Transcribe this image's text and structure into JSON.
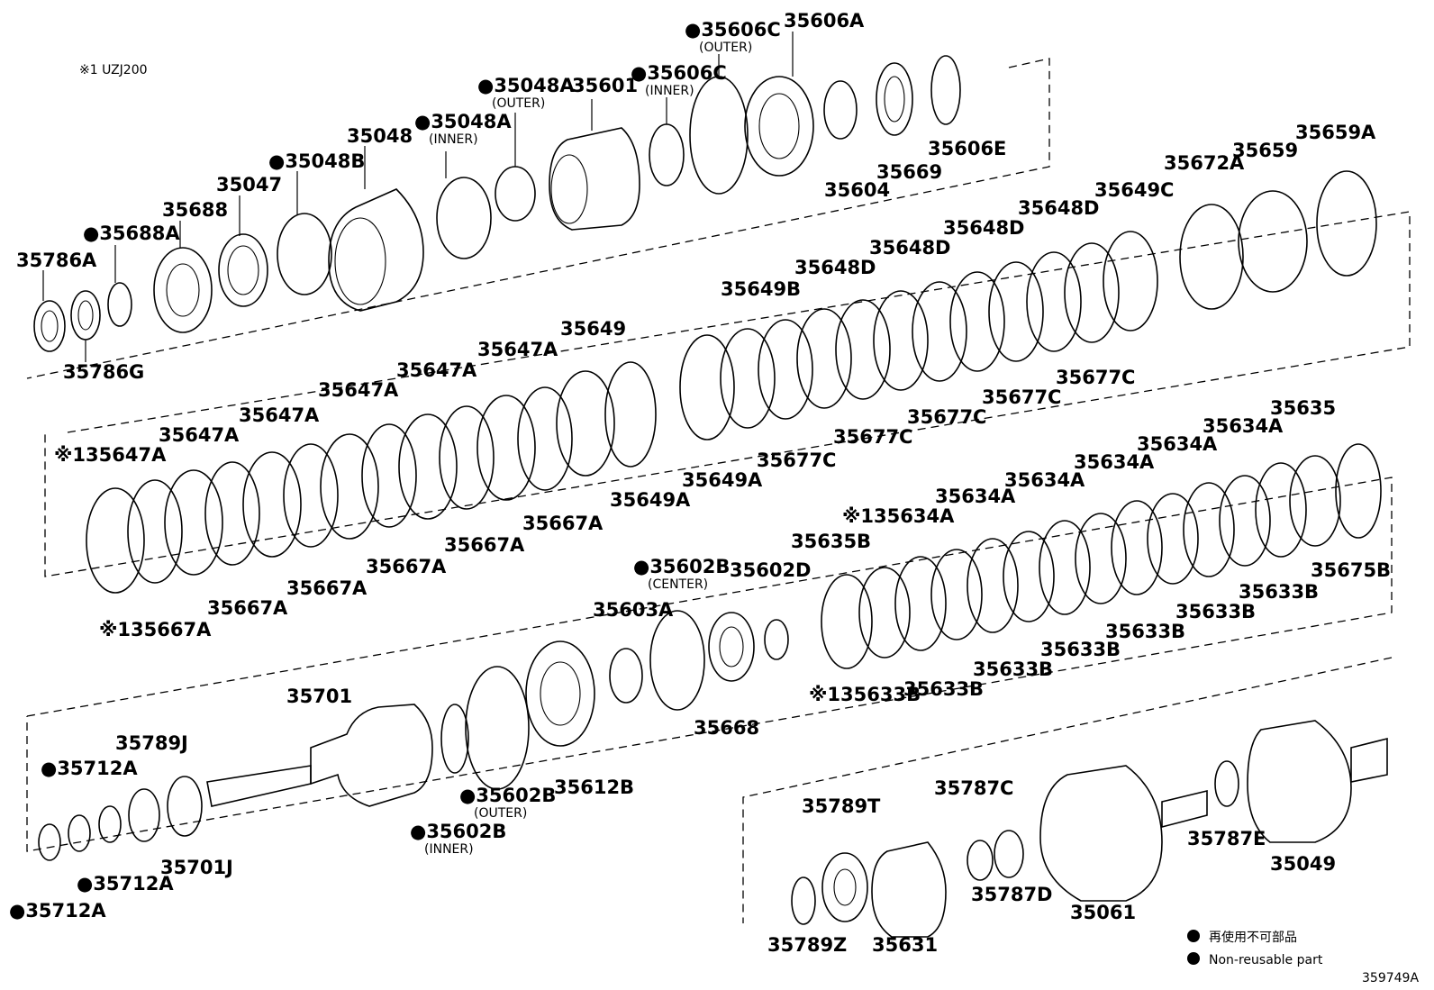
{
  "diagram": {
    "variant_note": "※1 UZJ200",
    "legend": [
      {
        "text": "再使用不可部品"
      },
      {
        "text": "Non-reusable part"
      }
    ],
    "figure_id": "359749A",
    "labels": [
      {
        "text": "●35606C",
        "sub": "(OUTER)"
      },
      {
        "text": "35606A"
      },
      {
        "text": "●35606C",
        "sub": "(INNER)"
      },
      {
        "text": "●35048A",
        "sub": "(OUTER)"
      },
      {
        "text": "35601"
      },
      {
        "text": "●35048A",
        "sub": "(INNER)"
      },
      {
        "text": "35048"
      },
      {
        "text": "●35048B"
      },
      {
        "text": "35047"
      },
      {
        "text": "35688"
      },
      {
        "text": "●35688A"
      },
      {
        "text": "35786A"
      },
      {
        "text": "35786G"
      },
      {
        "text": "35604"
      },
      {
        "text": "35669"
      },
      {
        "text": "35606E"
      },
      {
        "text": "35672A"
      },
      {
        "text": "35659"
      },
      {
        "text": "35659A"
      },
      {
        "text": "35649C"
      },
      {
        "text": "35648D"
      },
      {
        "text": "35648D"
      },
      {
        "text": "35648D"
      },
      {
        "text": "35648D"
      },
      {
        "text": "35649B"
      },
      {
        "text": "35677C"
      },
      {
        "text": "35677C"
      },
      {
        "text": "35677C"
      },
      {
        "text": "35677C"
      },
      {
        "text": "35677C"
      },
      {
        "text": "35649"
      },
      {
        "text": "35649A"
      },
      {
        "text": "35649A"
      },
      {
        "text": "35647A"
      },
      {
        "text": "35647A"
      },
      {
        "text": "35647A"
      },
      {
        "text": "35647A"
      },
      {
        "text": "35647A"
      },
      {
        "text": "※135647A"
      },
      {
        "text": "35667A"
      },
      {
        "text": "35667A"
      },
      {
        "text": "35667A"
      },
      {
        "text": "35667A"
      },
      {
        "text": "35667A"
      },
      {
        "text": "※135667A"
      },
      {
        "text": "35635"
      },
      {
        "text": "35634A"
      },
      {
        "text": "35634A"
      },
      {
        "text": "35634A"
      },
      {
        "text": "35634A"
      },
      {
        "text": "35634A"
      },
      {
        "text": "※135634A"
      },
      {
        "text": "35675B"
      },
      {
        "text": "35633B"
      },
      {
        "text": "35633B"
      },
      {
        "text": "35633B"
      },
      {
        "text": "35633B"
      },
      {
        "text": "35633B"
      },
      {
        "text": "35633B"
      },
      {
        "text": "※135633B"
      },
      {
        "text": "35635B"
      },
      {
        "text": "●35602B",
        "sub": "(CENTER)"
      },
      {
        "text": "35602D"
      },
      {
        "text": "35603A"
      },
      {
        "text": "35668"
      },
      {
        "text": "35612B"
      },
      {
        "text": "●35602B",
        "sub": "(OUTER)"
      },
      {
        "text": "●35602B",
        "sub": "(INNER)"
      },
      {
        "text": "35701"
      },
      {
        "text": "35789J"
      },
      {
        "text": "●35712A"
      },
      {
        "text": "●35712A"
      },
      {
        "text": "●35712A"
      },
      {
        "text": "35701J"
      },
      {
        "text": "35789T"
      },
      {
        "text": "35789Z"
      },
      {
        "text": "35631"
      },
      {
        "text": "35787C"
      },
      {
        "text": "35787D"
      },
      {
        "text": "35061"
      },
      {
        "text": "35787E"
      },
      {
        "text": "35049"
      }
    ]
  }
}
